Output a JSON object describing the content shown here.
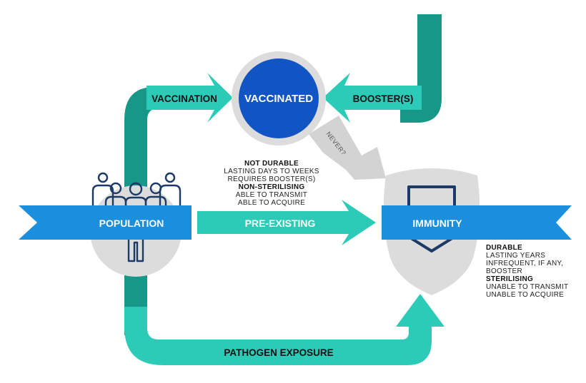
{
  "labels": {
    "vaccination": "VACCINATION",
    "vaccinated": "VACCINATED",
    "boosters": "BOOSTER(S)",
    "never": "NEVER?",
    "population": "POPULATION",
    "pre_existing": "PRE-EXISTING",
    "immunity": "IMMUNITY",
    "pathogen_exposure": "PATHOGEN EXPOSURE"
  },
  "vaccine_notes": {
    "title1": "NOT DURABLE",
    "line1": "LASTING DAYS TO WEEKS",
    "line2": "REQUIRES BOOSTER(S)",
    "title2": "NON-STERILISING",
    "line3": "ABLE TO TRANSMIT",
    "line4": "ABLE TO ACQUIRE"
  },
  "immunity_notes": {
    "title1": "DURABLE",
    "line1": "LASTING YEARS",
    "line2": "INFREQUENT, IF ANY,",
    "line3": "BOOSTER",
    "title2": "STERILISING",
    "line4": "UNABLE TO TRANSMIT",
    "line5": "UNABLE TO ACQUIRE"
  },
  "colors": {
    "teal_dark": "#169788",
    "teal_light": "#2ccbb8",
    "blue_banner": "#1b8fdc",
    "blue_circle": "#1155c4",
    "navy": "#1c3a66",
    "grey": "#dcdcdc",
    "grey_arrow": "#d3d3d3"
  }
}
